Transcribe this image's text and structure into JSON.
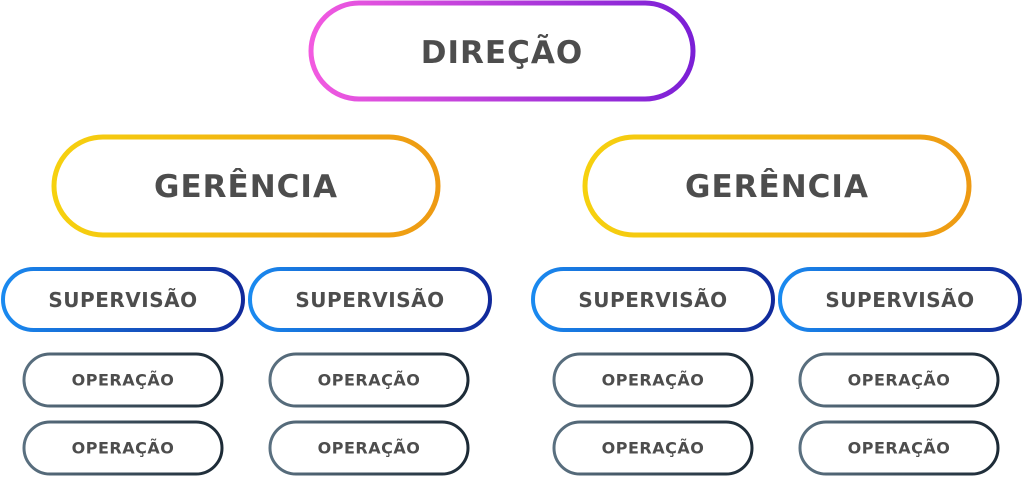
{
  "diagram": {
    "colors": {
      "direction_gradient": [
        "#f25ae0",
        "#7b1fd6"
      ],
      "management_gradient": [
        "#f6d10f",
        "#ee9a13"
      ],
      "supervision_gradient": [
        "#1a8af0",
        "#11299a"
      ],
      "operation_gradient": [
        "#5a7080",
        "#1c2a36"
      ],
      "label_text": "#4d4d4d"
    },
    "direction": {
      "label": "DIREÇÃO"
    },
    "management_units": [
      {
        "label": "GERÊNCIA",
        "supervisions": [
          {
            "label": "SUPERVISÃO",
            "operations": [
              {
                "label": "OPERAÇÃO"
              },
              {
                "label": "OPERAÇÃO"
              }
            ]
          },
          {
            "label": "SUPERVISÃO",
            "operations": [
              {
                "label": "OPERAÇÃO"
              },
              {
                "label": "OPERAÇÃO"
              }
            ]
          }
        ]
      },
      {
        "label": "GERÊNCIA",
        "supervisions": [
          {
            "label": "SUPERVISÃO",
            "operations": [
              {
                "label": "OPERAÇÃO"
              },
              {
                "label": "OPERAÇÃO"
              }
            ]
          },
          {
            "label": "SUPERVISÃO",
            "operations": [
              {
                "label": "OPERAÇÃO"
              },
              {
                "label": "OPERAÇÃO"
              }
            ]
          }
        ]
      }
    ]
  }
}
